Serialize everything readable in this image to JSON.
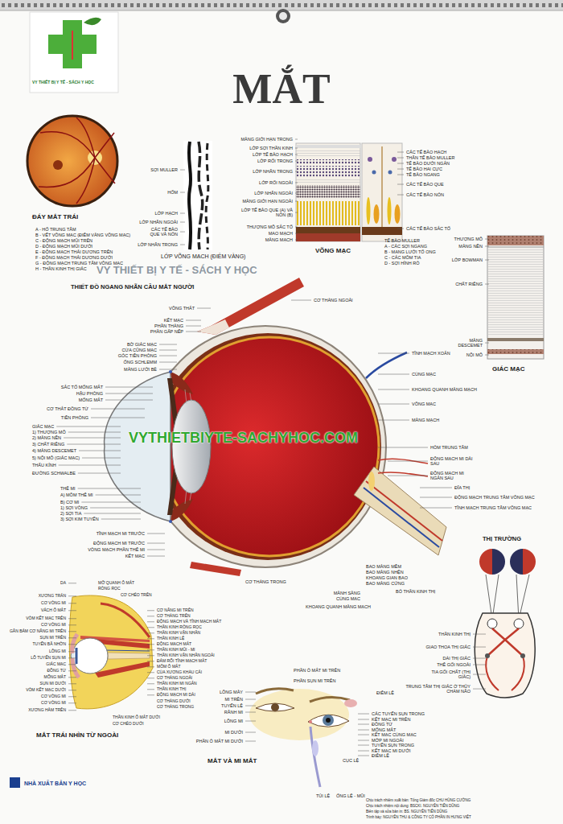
{
  "diagram": {
    "title": "MẮT",
    "labels": [
      "VY THIẾT BỊ Y TẾ - SÁCH Y HỌC",
      "ĐÁY MẮT TRÁI",
      "A - HỐ TRUNG TÂM",
      "B - VẾT VÕNG MẠC (ĐIỂM VÀNG VÕNG MẠC)",
      "C - ĐỘNG MẠCH MŨI TRÊN",
      "D - ĐỘNG MẠCH MŨI DƯỚI",
      "E - ĐỘNG MẠCH THÁI DƯƠNG TRÊN",
      "F - ĐỘNG MẠCH THÁI DƯƠNG DƯỚI",
      "G - ĐỘNG MẠCH TRUNG TÂM VÕNG MẠC",
      "H - THẦN KINH THỊ GIÁC",
      "SỢI MULLER",
      "HỐM",
      "LỚP HẠCH",
      "LỚP NHÂN NGOÀI",
      "CÁC TẾ BÀO QUE VÀ NÓN",
      "LỚP NHÂN TRONG",
      "LỚP VÕNG MẠCH (ĐIỂM VÀNG)",
      "MÀNG GIỚI HẠN TRONG",
      "LỚP SỢI THẦN KINH",
      "LỚP TẾ BÀO HẠCH",
      "LỚP RỐI TRONG",
      "LỚP NHÂN TRONG",
      "LỚP RỐI NGOÀI",
      "LỚP NHÂN NGOÀI",
      "MÀNG GIỚI HẠN NGOÀI",
      "LỚP TẾ BÀO QUE (A) VÀ NÓN (B)",
      "THƯỢNG MÔ SẮC TỐ",
      "MAO MẠCH",
      "MÀNG MẠCH",
      "VÕNG MẠC",
      "CÁC TẾ BÀO HẠCH",
      "THÂN TẾ BÀO MULLER",
      "TẾ BÀO DƯỚI NGẮN",
      "TẾ BÀO HAI CỰC",
      "TẾ BÀO NGANG",
      "CÁC TẾ BÀO QUE",
      "CÁC TẾ BÀO NÓN",
      "CÁC TẾ BÀO SẮC TỐ",
      "TẾ BÀO MULLER",
      "A - CÁC SỢI NGANG",
      "B - MẠNG LƯỚI TỐ ONG",
      "C - CÁC MÕM TIA",
      "D - SỢI HÌNH RỔ",
      "THƯỢNG MÔ",
      "MÀNG NỀN",
      "LỚP BOWMAN",
      "CHẤT RIÊNG",
      "MÀNG DESCEMET",
      "NỘI MÔ",
      "GIÁC MẠC",
      "VY THIẾT BỊ Y TẾ - SÁCH Y HỌC",
      "THIẾT ĐỒ NGANG NHÃN CẦU MẮT NGƯỜI",
      "VÕNG THẮT",
      "KẾT MẠC",
      "PHẦN THẲNG",
      "PHẦN GẤP NẾP",
      "BỜ GIÁC MẠC",
      "CỬA CŨNG MẠC",
      "GÓC TIỀN PHÒNG",
      "ỐNG SCHLEMM",
      "MÀNG LƯỚI BÈ",
      "SẮC TỐ MỐNG MẮT",
      "HẬU PHÒNG",
      "MỐNG MẮT",
      "CƠ THẮT ĐỒNG TỬ",
      "TIỀN PHÒNG",
      "GIÁC MẠC",
      "1) THƯỢNG MÔ",
      "2) MÀNG NỀN",
      "3) CHẤT RIÊNG",
      "4) MÀNG DESCEMET",
      "5) NỘI MÔ (GIÁC MẠC)",
      "THẤU KÍNH",
      "ĐƯỜNG SCHWALBE",
      "THỂ MI",
      "A) MÕM THỂ MI",
      "B) CƠ MI",
      "1) SỢI VÒNG",
      "2) SỢI TIA",
      "3) SỢI KIM TUYẾN",
      "TĨNH MẠCH MI TRƯỚC",
      "ĐỘNG MẠCH MI TRƯỚC",
      "VÒNG MẠCH PHẦN THỂ MI",
      "KẾT MẠC",
      "CƠ THẲNG NGOÀI",
      "TĨNH MẠCH XOẮN",
      "CỦNG MẠC",
      "KHOANG QUANH MÀNG MẠCH",
      "VÕNG MẠC",
      "MÀNG MẠCH",
      "HÒM TRUNG TÂM",
      "ĐỘNG MẠCH MI DÀI SAU",
      "ĐỘNG MẠCH MI NGẮN SAU",
      "ĐĨA THỊ",
      "ĐỘNG MẠCH TRUNG TÂM VÕNG MẠC",
      "TĨNH MẠCH TRUNG TÂM VÕNG MẠC",
      "BAO MÀNG MỀM",
      "BAO MÀNG NHỆN",
      "KHOANG GIAN BAO",
      "BAO MÀNG CỨNG",
      "BÓ THẦN KINH THỊ",
      "MÀNH SÀNG",
      "CỦNG MẠC",
      "KHOANG QUANH MÀNG MẠCH",
      "CƠ THẲNG TRONG",
      "THỊ TRƯỜNG",
      "THẦN KINH THỊ",
      "GIAO THOA THỊ GIÁC",
      "DẢI THỊ GIÁC",
      "THỂ GỐI NGOÀI",
      "TIA GỐI CHẤT (THỊ GIÁC)",
      "TRUNG TÂM THỊ GIÁC Ở THÙY CHẨM NÃO",
      "DA",
      "XƯƠNG TRÁN",
      "CƠ VÒNG MI",
      "VÁCH Ổ MẮT",
      "VÒM KẾT MẠC TRÊN",
      "CƠ VÒNG MI",
      "GÂN BÁM CƠ NÂNG MI TRÊN",
      "SỤN MI TRÊN",
      "TUYẾN BÃ NHỜN",
      "LÔNG MI",
      "LỖ TUYẾN SỤN MI",
      "GIÁC MẠC",
      "ĐỒNG TỬ",
      "MỐNG MẮT",
      "SỤN MI DƯỚI",
      "VÒM KẾT MẠC DƯỚI",
      "CƠ VÒNG MI",
      "CƠ VÒNG MI",
      "XƯƠNG HÀM TRÊN",
      "MỠ QUANH Ổ MẮT",
      "RÒNG RỌC",
      "CƠ CHÉO TRÊN",
      "CƠ NÂNG MI TRÊN",
      "CƠ THẲNG TRÊN",
      "ĐỘNG MẠCH VÀ TĨNH MẠCH MẮT",
      "THẦN KINH RÒNG RỌC",
      "THẦN KINH VẬN NHÃN",
      "THẦN KINH LỆ",
      "ĐỘNG MẠCH MẮT",
      "THẦN KINH MŨI - MI",
      "THẦN KINH VẬN NHÃN NGOÀI",
      "ĐÁM RỐI TĨNH MẠCH MẮT",
      "MÕM Ổ MẮT",
      "CỦA XƯƠNG KHẨU CÁI",
      "CƠ THẲNG NGOÀI",
      "THẦN KINH MI NGẮN",
      "THẦN KINH THỊ",
      "ĐỘNG MẠCH MI DÀI",
      "CƠ THẲNG DƯỚI",
      "CƠ THẲNG TRONG",
      "THẦN KINH Ổ MẮT DƯỚI",
      "CƠ CHÉO DƯỚI",
      "MẮT TRÁI NHÌN TỪ NGOÀI",
      "PHẦN Ổ MẮT MI TRÊN",
      "PHẦN SỤN MI TRÊN",
      "LÔNG MÀY",
      "MI TRÊN",
      "TUYẾN LỆ",
      "RÃNH MI",
      "LÔNG MI",
      "MI DƯỚI",
      "PHẦN Ổ MẮT MI DƯỚI",
      "ĐIỂM LỆ",
      "CÁC TUYẾN SỤN TRONG",
      "KẾT MẠC MI TRÊN",
      "ĐỒNG TỬ",
      "MỐNG MẮT",
      "KẾT MẠC CỦNG MẠC",
      "MỚP MI NGOÀI",
      "TUYẾN SỤN TRONG",
      "KẾT MẠC MI DƯỚI",
      "ĐIỂM LỆ",
      "CỤC LỆ",
      "MẮT VÀ MI MẮT",
      "TÚI LỆ",
      "ỐNG LỆ - MŨI",
      "NHÀ XUẤT BẢN Y HỌC",
      "Chịu trách nhiệm xuất bản: Tổng Giám đốc CHU HÙNG CƯỜNG",
      "Chịu trách nhiệm nội dung: BSCKI. NGUYỄN TIẾN DŨNG",
      "Biên tập và sửa bản in: BS. NGUYỄN TIẾN DŨNG",
      "Trình bày: NGUYỄN THU & CÔNG TY CỔ PHẦN IN HƯNG VIỆT",
      "VYTHIETBIYTE-SACHYHOC.COM"
    ]
  }
}
